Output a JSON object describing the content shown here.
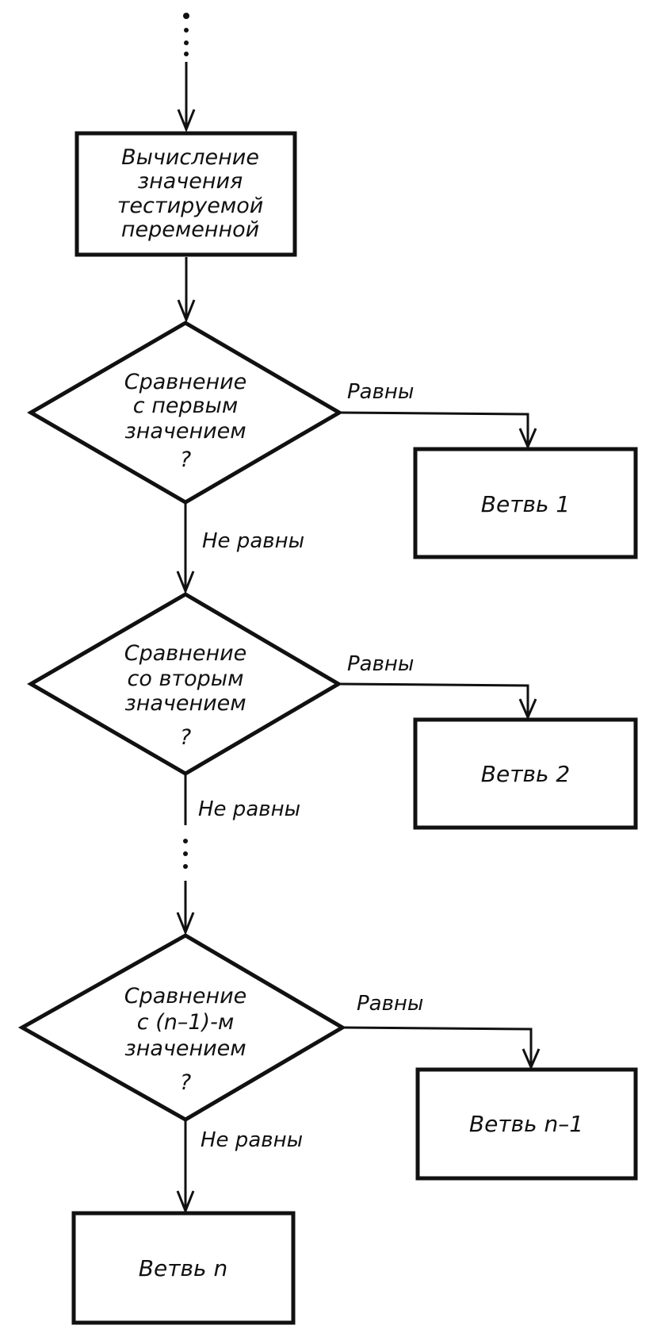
{
  "process": {
    "lines": [
      "Вычисление",
      "значения",
      "тестируемой",
      "переменной"
    ]
  },
  "decisions": [
    {
      "lines": [
        "Сравнение",
        "с первым",
        "значением",
        "?"
      ],
      "yes_label": "Равны",
      "no_label": "Не равны",
      "branch_label": "Ветвь 1"
    },
    {
      "lines": [
        "Сравнение",
        "со вторым",
        "значением",
        "?"
      ],
      "yes_label": "Равны",
      "no_label": "Не равны",
      "branch_label": "Ветвь 2"
    },
    {
      "lines": [
        "Сравнение",
        "с (n–1)-м",
        "значением",
        "?"
      ],
      "yes_label": "Равны",
      "no_label": "Не равны",
      "branch_label": "Ветвь n–1"
    }
  ],
  "final_branch": {
    "label": "Ветвь n"
  },
  "colors": {
    "ink": "#111111",
    "paper": "#ffffff"
  }
}
